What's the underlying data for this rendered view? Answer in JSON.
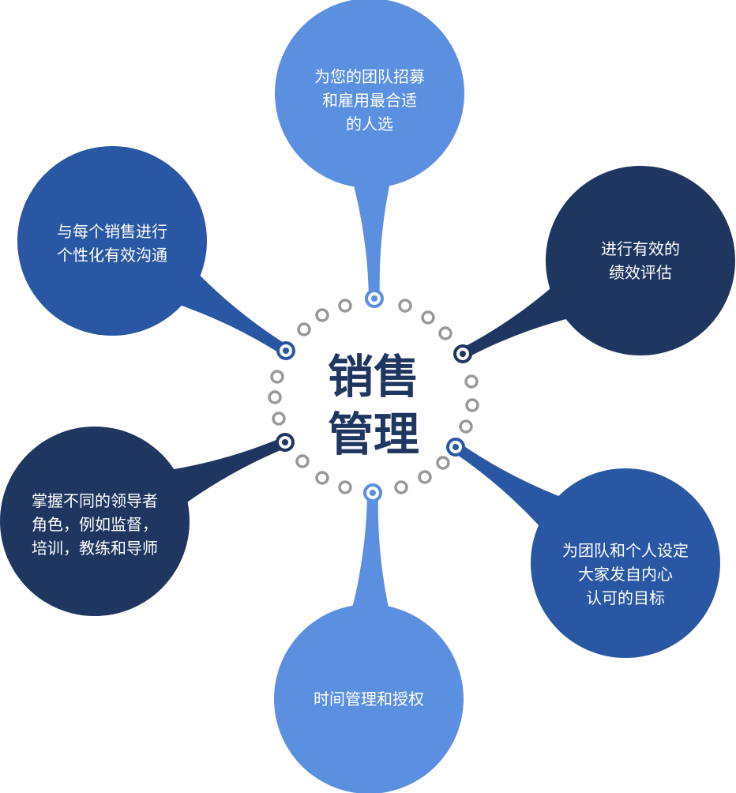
{
  "center": {
    "lines": [
      "销售",
      "管理"
    ]
  },
  "colors": {
    "light": "#5b8fe0",
    "medium": "#2a57a3",
    "dark": "#1f3660",
    "ring_dot": "#999999"
  },
  "bubbles": [
    {
      "id": "recruit",
      "color_key": "light",
      "lines": [
        "为您的团队招募",
        "和雇用最合适",
        "的人选"
      ]
    },
    {
      "id": "communication",
      "color_key": "medium",
      "lines": [
        "与每个销售进行",
        "个性化有效沟通"
      ]
    },
    {
      "id": "evaluation",
      "color_key": "dark",
      "lines": [
        "进行有效的",
        "绩效评估"
      ]
    },
    {
      "id": "goals",
      "color_key": "medium",
      "lines": [
        "为团队和个人设定",
        "大家发自内心",
        "认可的目标"
      ]
    },
    {
      "id": "time",
      "color_key": "light",
      "lines": [
        "时间管理和授权"
      ]
    },
    {
      "id": "leadership",
      "color_key": "dark",
      "lines": [
        "掌握不同的领导者",
        "角色，例如监督，",
        "培训，教练和导师"
      ]
    }
  ]
}
